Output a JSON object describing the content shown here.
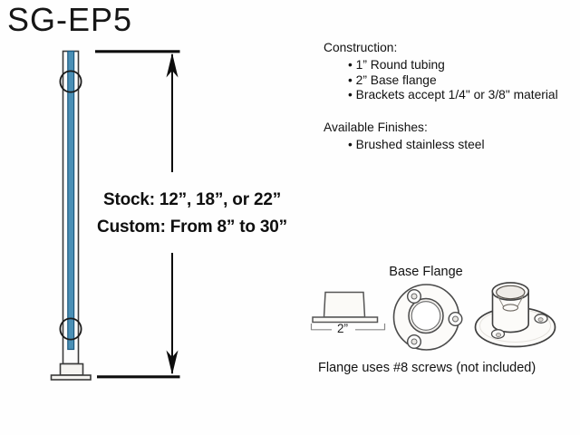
{
  "page": {
    "title": "SG-EP5"
  },
  "post": {
    "stock_label": "Stock: 12”, 18”, or 22”",
    "custom_label": "Custom: From 8” to 30”",
    "glass_color": "#4a8fb5"
  },
  "specs": {
    "construction_heading": "Construction:",
    "construction_items": [
      "1” Round tubing",
      "2” Base flange",
      "Brackets accept 1/4\" or 3/8\" material"
    ],
    "finishes_heading": "Available Finishes:",
    "finishes_items": [
      "Brushed stainless steel"
    ]
  },
  "flange": {
    "title": "Base Flange",
    "width_label": "2”",
    "note": "Flange uses #8 screws (not included)"
  }
}
